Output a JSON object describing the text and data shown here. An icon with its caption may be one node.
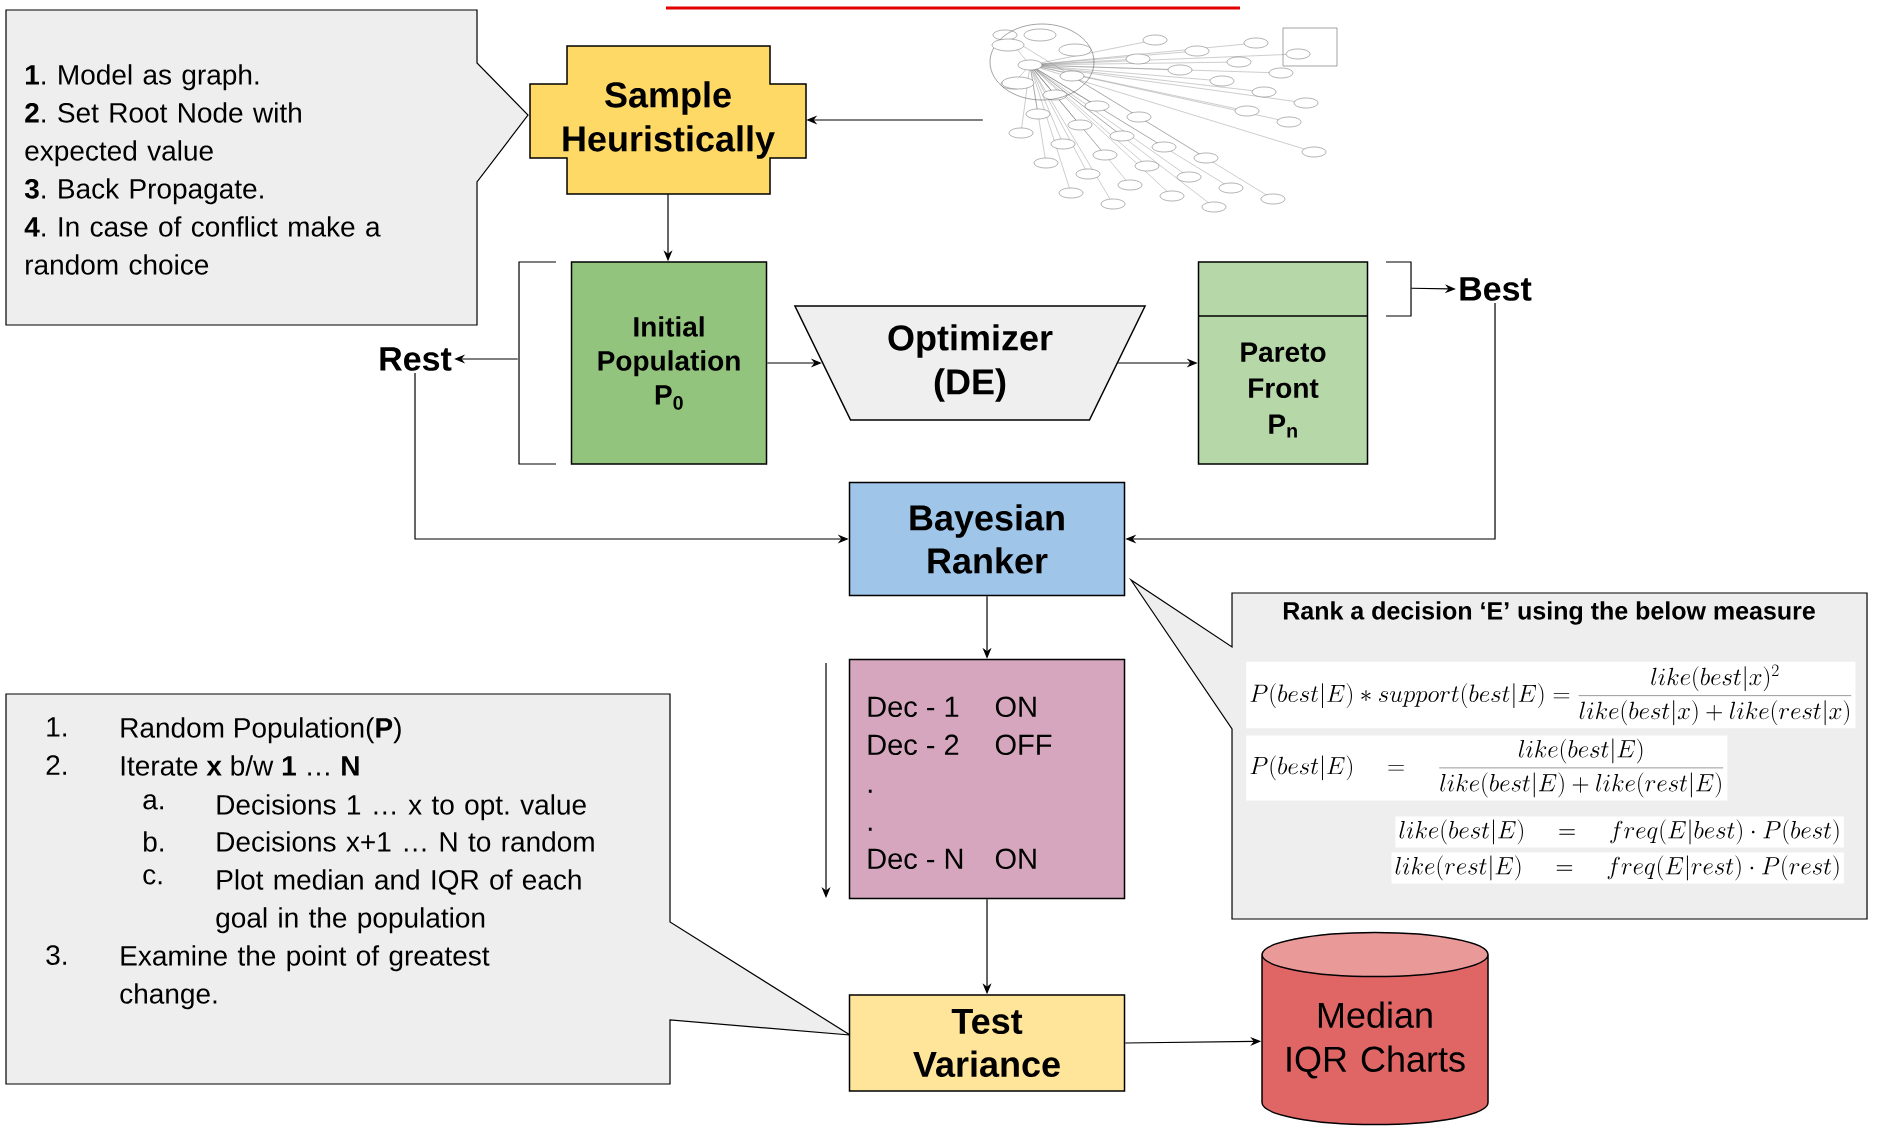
{
  "diagram": {
    "nodes": [
      {
        "text": [
          "**1**. Model as graph.",
          "**2**. Set Root Node with expected value",
          "**3**. Back Propagate.",
          "**4**. In case of conflict make a random choice"
        ]
      },
      {
        "text": [
          "Sample Heuristically"
        ]
      },
      {
        "text": [],
        "shape": "picture"
      },
      {
        "text": [
          "Best"
        ]
      },
      {
        "text": [
          "Rest"
        ]
      },
      {
        "text": [
          "Initial Population P$_{0}$"
        ]
      },
      {
        "text": [
          "Optimizer (DE)"
        ]
      },
      {
        "text": [
          "Pareto Front P$_{n}$"
        ]
      },
      {
        "text": [
          "Bayesian Ranker"
        ]
      },
      {
        "text": [
          "Rank a decision ‘E’ using the below measure",
          "P(best|E) * support(best|E) = \\frac{like(best|x)^2}{like(best|x) + like(rest|x)}",
          "P(best|E) \\quad = \\quad \\frac{like(best|E)}{like(best|E) + like(rest|E)}",
          "like(best|E) \\quad = \\quad freq(E|best) \\cdot P(best)",
          "like(rest|E) \\quad = \\quad freq(E|rest) \\cdot P(rest)"
        ]
      },
      {
        "text": [
          "1.",
          "Random Population(**P**)",
          "2.",
          "Iterate **x** b/w **1** … **N**",
          "a.",
          "Decisions 1 … x to opt. value",
          "b.",
          "Decisions x+1 … N to random",
          "c.",
          "Plot median and IQR of each goal in the population",
          "3.",
          "Examine the point of greatest change."
        ]
      },
      {
        "text": [
          "Dec - 1",
          "ON",
          "Dec - 2",
          "OFF",
          ".",
          ".",
          "Dec - N",
          "ON"
        ]
      },
      {
        "text": [
          "Test Variance"
        ]
      },
      {
        "text": [
          "Median IQR Charts"
        ]
      }
    ],
    "edges": [
      {
        "from": 2,
        "to": 1,
        "arrow": "to"
      },
      {
        "from": 1,
        "to": 5,
        "arrow": "to"
      },
      {
        "from": 5,
        "to": 4,
        "arrow": "to"
      },
      {
        "from": 5,
        "to": 6,
        "arrow": "to"
      },
      {
        "from": 6,
        "to": 7,
        "arrow": "to"
      },
      {
        "from": 7,
        "to": 3,
        "arrow": "to"
      },
      {
        "from": 4,
        "to": 8,
        "arrow": "to"
      },
      {
        "from": 3,
        "to": 8,
        "arrow": "to"
      },
      {
        "from": 8,
        "to": 11,
        "arrow": "to"
      },
      {
        "from": 11,
        "to": 12,
        "arrow": "to"
      },
      {
        "from": 12,
        "to": 13,
        "arrow": "to"
      }
    ]
  }
}
